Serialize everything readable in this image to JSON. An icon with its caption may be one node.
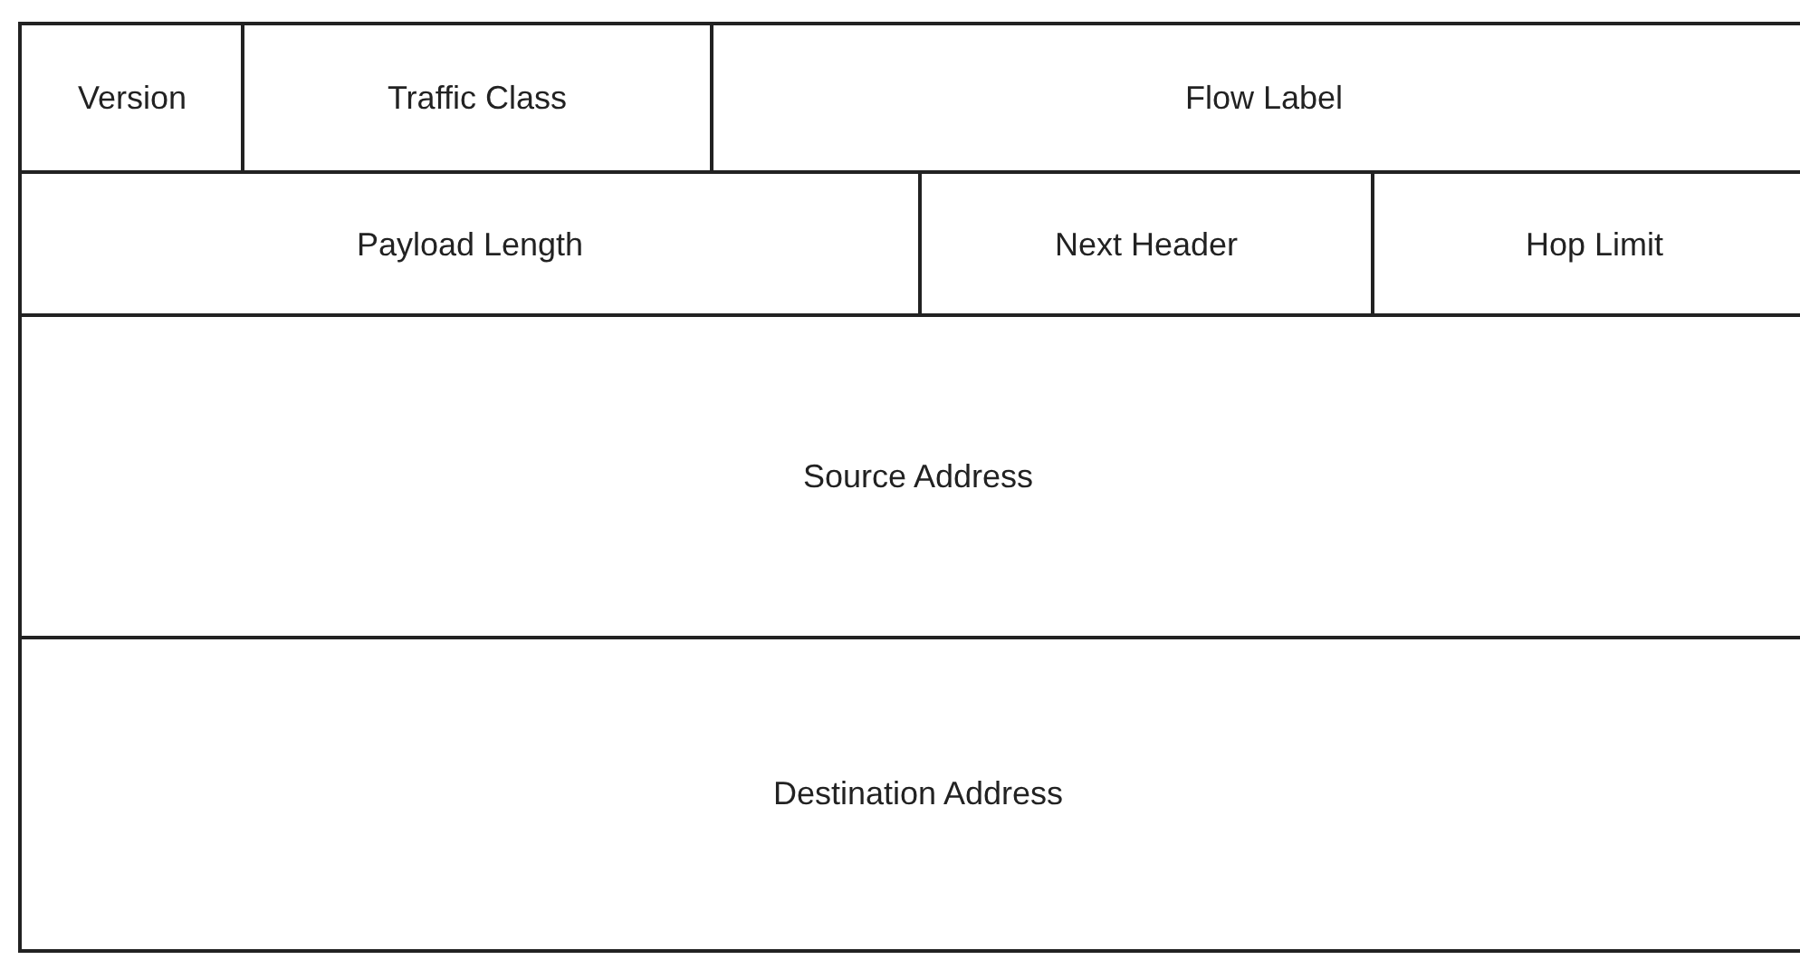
{
  "diagram": {
    "nodes": [
      {
        "text": [
          "Version"
        ]
      },
      {
        "text": [
          "Traffic Class"
        ]
      },
      {
        "text": [
          "Flow Label"
        ]
      },
      {
        "text": [
          "Payload Length"
        ]
      },
      {
        "text": [
          "Next Header"
        ]
      },
      {
        "text": [
          "Hop Limit"
        ]
      },
      {
        "text": [
          "Source Address"
        ]
      },
      {
        "text": [
          "Destination Address"
        ]
      }
    ]
  }
}
